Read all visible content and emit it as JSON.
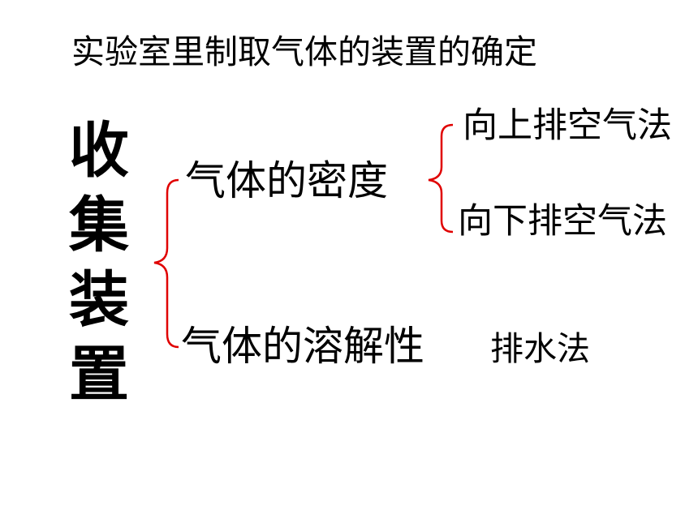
{
  "title": "实验室里制取气体的装置的确定",
  "vertical_title": [
    "收",
    "集",
    "装",
    "置"
  ],
  "branches": {
    "density": "气体的密度",
    "solubility": "气体的溶解性"
  },
  "methods": {
    "upward_air": "向上排空气法",
    "downward_air": "向下排空气法",
    "water": "排水法"
  },
  "colors": {
    "brace": "#e00000",
    "text": "#000000"
  }
}
